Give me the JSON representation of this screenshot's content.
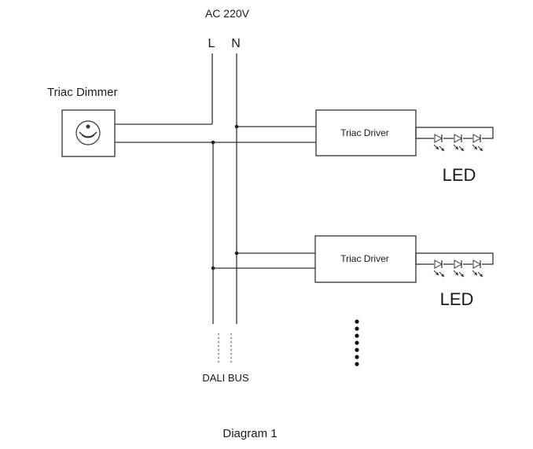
{
  "supply": {
    "label": "AC 220V",
    "line_label": "L",
    "neutral_label": "N"
  },
  "dimmer": {
    "label": "Triac Dimmer",
    "icon": "dimmer-knob-icon"
  },
  "drivers": [
    {
      "label": "Triac Driver",
      "led_label": "LED"
    },
    {
      "label": "Triac Driver",
      "led_label": "LED"
    }
  ],
  "bus": {
    "label": "DALI BUS"
  },
  "caption": "Diagram 1"
}
